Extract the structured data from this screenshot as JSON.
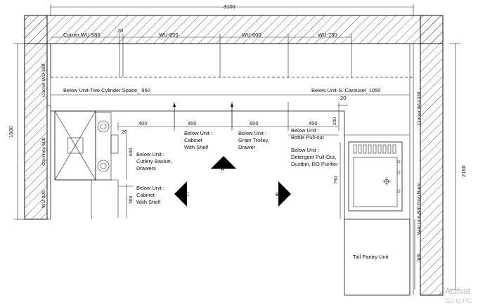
{
  "dimensions": {
    "total_width": "3100",
    "total_height_left": "1500",
    "total_height_right": "2160",
    "gap_top": "20",
    "gap_right": "20",
    "gap_hob": "20",
    "seg_400": "400",
    "seg_450a": "450",
    "seg_600": "600",
    "seg_450b": "450",
    "seg_200": "200",
    "hob_600": "600",
    "seg_300": "300",
    "sink_750": "750",
    "pantry_900": "900"
  },
  "wall_units": {
    "corner_top": "Corner WU-580",
    "wu_850": "WU-850",
    "wu_600": "WU-600",
    "wu_730": "WU-730",
    "corner_left": "Corner WU-580",
    "chimney": "Chimney-600",
    "wu_300": "WU-300",
    "corner_right": "Corner WU-330",
    "wall_right": "Wall Unit-800 Dish Rack"
  },
  "below_units": {
    "two_cylinder": "Below Unit-Two Cylinder Space_ 960",
    "carousel": "Below Unit-S. Carousel_1050",
    "cabinet_shelf_mid": [
      "Below Unit :",
      "Cabinet",
      "With Shelf"
    ],
    "grain_trolley": [
      "Below Unit :",
      "Grain Trolley,",
      "Drawer"
    ],
    "bottle_pullout": [
      "Below Unit :",
      "Bottle Pull-out"
    ],
    "detergent": [
      "Below Unit :",
      "Detergent Pull-Out,",
      "Dustbin, RO Purifier"
    ],
    "cutlery": [
      "Below Unit :",
      "Cutlery Basket,",
      "Drawers"
    ],
    "cabinet_shelf_left": [
      "Below Unit :",
      "Cabinet",
      "With Shelf"
    ]
  },
  "pantry_label": "Tall Pantry Unit",
  "section_markers": {
    "a": "A",
    "b": "B",
    "c": "C"
  },
  "watermark": {
    "line1": "Activat",
    "line2": "Go to PC"
  }
}
